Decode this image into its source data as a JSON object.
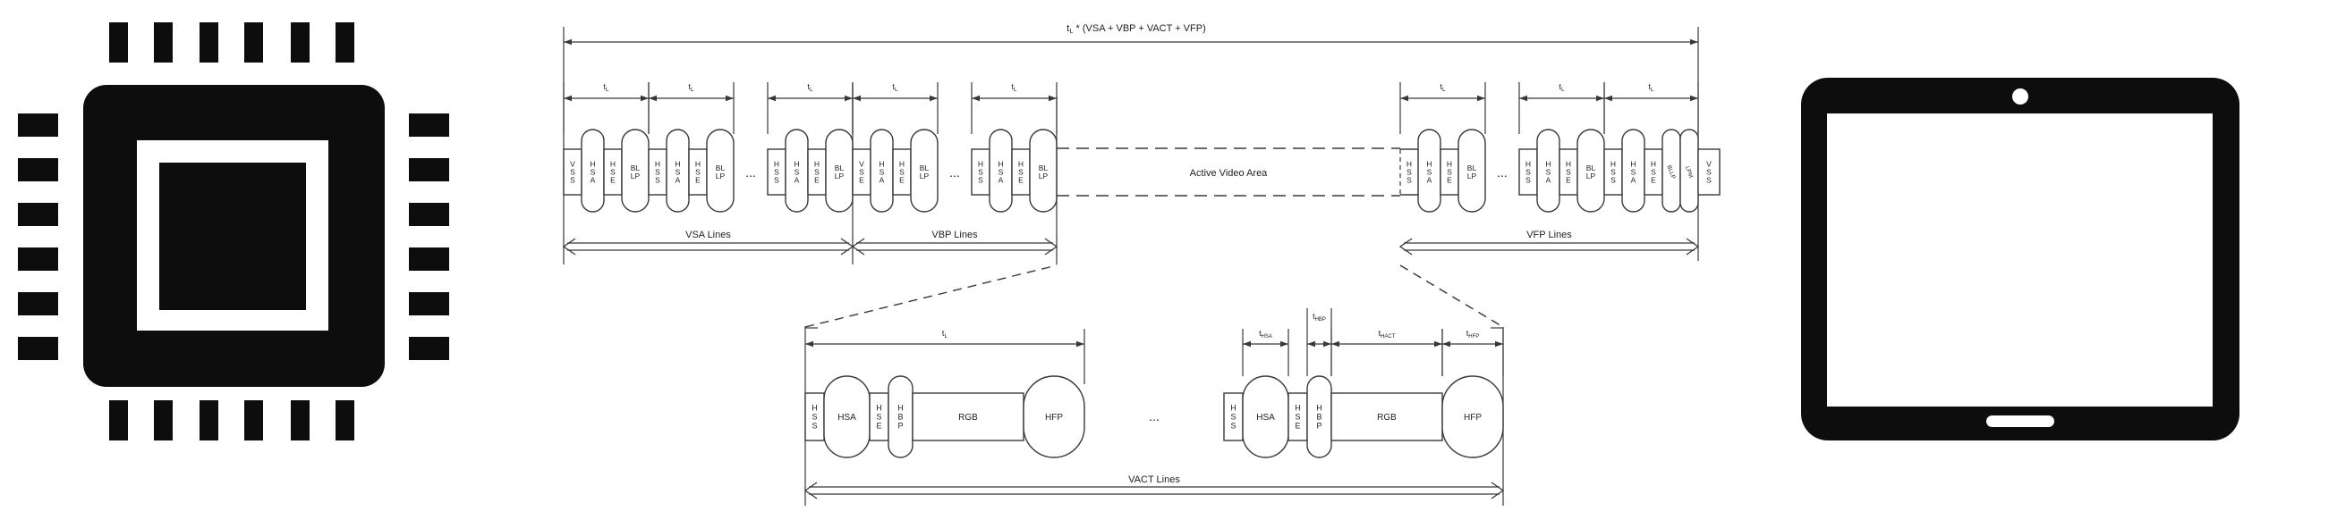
{
  "colors": {
    "ink": "#1f1f1f",
    "line": "#383838",
    "icon_fill": "#0d0d0d",
    "background": "#ffffff"
  },
  "icons": {
    "left": "processor-chip-icon",
    "right": "tablet-display-icon"
  },
  "diagram": {
    "frame_period_label": {
      "pre": "t",
      "sub": "L",
      "post": " * (VSA + VBP + VACT + VFP)"
    },
    "line_period_label": {
      "pre": "t",
      "sub": "L"
    },
    "ellipsis": "...",
    "active_video_label": "Active Video Area",
    "top_groups": [
      {
        "id": "vsa",
        "label": "VSA Lines",
        "sets": [
          [
            {
              "t": "VSS",
              "s": "rect"
            },
            {
              "t": "HSA",
              "s": "pill"
            },
            {
              "t": "HSE",
              "s": "rect"
            },
            {
              "t": "BLLP",
              "s": "pill"
            }
          ],
          [
            {
              "t": "HSS",
              "s": "rect"
            },
            {
              "t": "HSA",
              "s": "pill"
            },
            {
              "t": "HSE",
              "s": "rect"
            },
            {
              "t": "BLLP",
              "s": "pill"
            }
          ],
          "dots",
          [
            {
              "t": "HSS",
              "s": "rect"
            },
            {
              "t": "HSA",
              "s": "pill"
            },
            {
              "t": "HSE",
              "s": "rect"
            },
            {
              "t": "BLLP",
              "s": "pill"
            }
          ]
        ]
      },
      {
        "id": "vbp",
        "label": "VBP Lines",
        "sets": [
          [
            {
              "t": "VSE",
              "s": "rect"
            },
            {
              "t": "HSA",
              "s": "pill"
            },
            {
              "t": "HSE",
              "s": "rect"
            },
            {
              "t": "BLLP",
              "s": "pill"
            }
          ],
          "dots",
          [
            {
              "t": "HSS",
              "s": "rect"
            },
            {
              "t": "HSA",
              "s": "pill"
            },
            {
              "t": "HSE",
              "s": "rect"
            },
            {
              "t": "BLLP",
              "s": "pill"
            }
          ]
        ]
      },
      {
        "id": "vfp",
        "label": "VFP Lines",
        "sets": [
          [
            {
              "t": "HSS",
              "s": "rect",
              "dashedLeft": true
            },
            {
              "t": "HSA",
              "s": "pill"
            },
            {
              "t": "HSE",
              "s": "rect"
            },
            {
              "t": "BLLP",
              "s": "pill"
            }
          ],
          "dots",
          [
            {
              "t": "HSS",
              "s": "rect"
            },
            {
              "t": "HSA",
              "s": "pill"
            },
            {
              "t": "HSE",
              "s": "rect"
            },
            {
              "t": "BLLP",
              "s": "pill"
            }
          ],
          [
            {
              "t": "HSS",
              "s": "rect"
            },
            {
              "t": "HSA",
              "s": "pill"
            },
            {
              "t": "HSE",
              "s": "rect"
            },
            {
              "t": "BLLP",
              "s": "pill",
              "narrow": true,
              "rot": true
            },
            {
              "t": "LPM",
              "s": "pill",
              "narrow": true,
              "rot": true
            },
            {
              "t": "VSS",
              "s": "rect",
              "outside": true
            }
          ]
        ]
      }
    ],
    "detail": {
      "line_period_label": {
        "pre": "t",
        "sub": "L"
      },
      "ellipsis": "...",
      "vact_label": "VACT Lines",
      "dim_labels": [
        {
          "pre": "t",
          "sub": "HSA"
        },
        {
          "pre": "t",
          "sub": "HBP"
        },
        {
          "pre": "t",
          "sub": "HACT"
        },
        {
          "pre": "t",
          "sub": "HFP"
        }
      ],
      "sets": [
        [
          {
            "t": "HSS",
            "s": "rect"
          },
          {
            "t": "HSA",
            "s": "pill",
            "horiz": true
          },
          {
            "t": "HSE",
            "s": "rect"
          },
          {
            "t": "HBP",
            "s": "pill"
          },
          {
            "t": "RGB",
            "s": "rect",
            "horiz": true
          },
          {
            "t": "HFP",
            "s": "pill",
            "horiz": true
          }
        ],
        [
          {
            "t": "HSS",
            "s": "rect"
          },
          {
            "t": "HSA",
            "s": "pill",
            "horiz": true
          },
          {
            "t": "HSE",
            "s": "rect"
          },
          {
            "t": "HBP",
            "s": "pill"
          },
          {
            "t": "RGB",
            "s": "rect",
            "horiz": true
          },
          {
            "t": "HFP",
            "s": "pill",
            "horiz": true
          }
        ]
      ]
    }
  }
}
